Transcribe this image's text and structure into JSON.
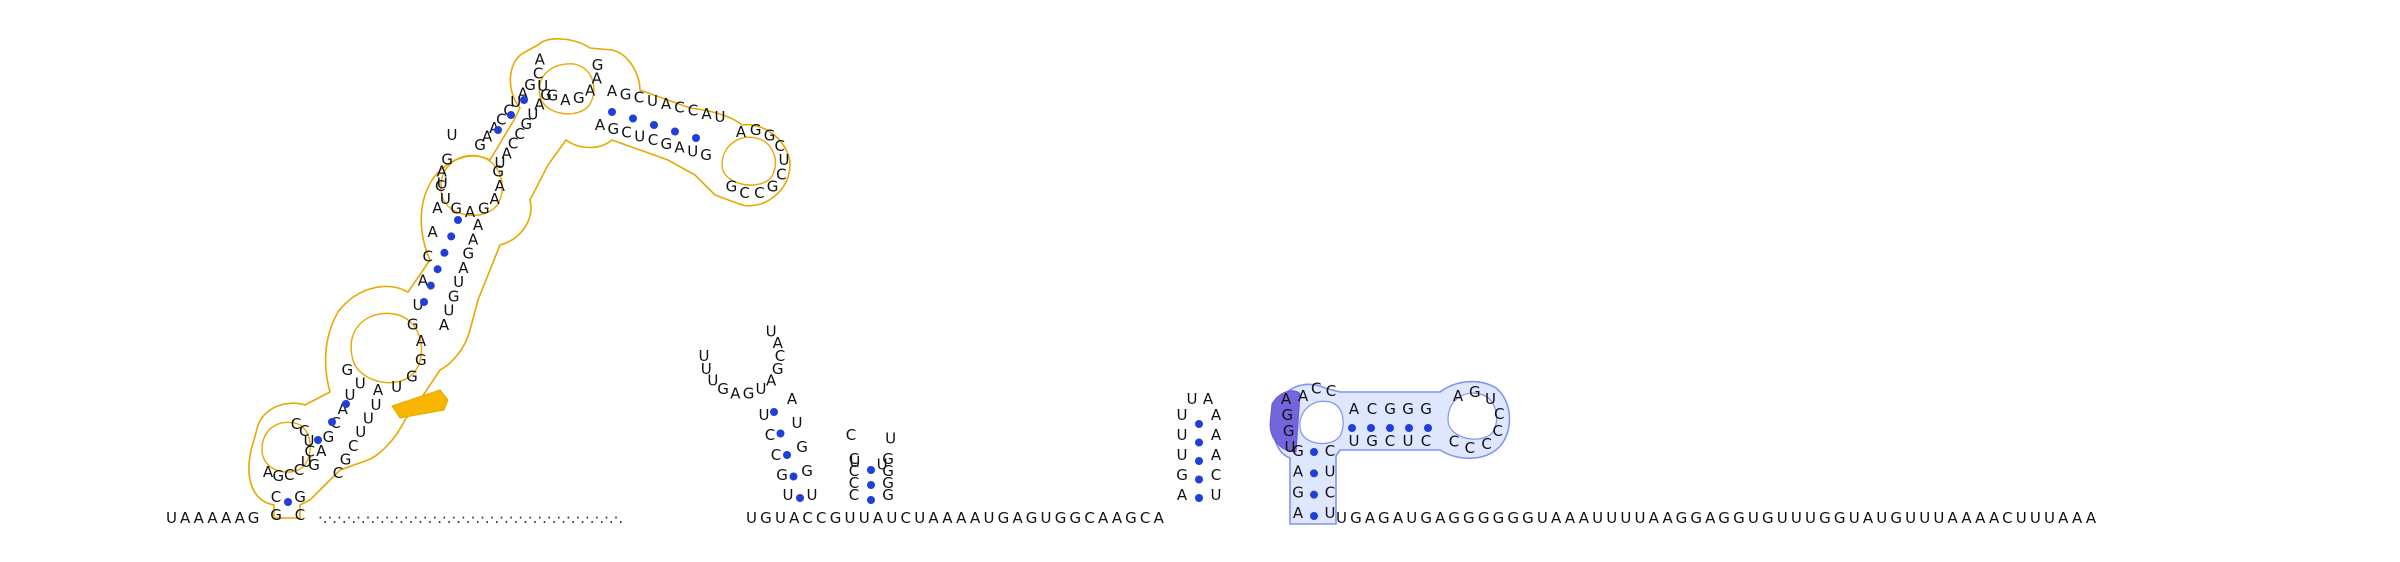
{
  "colors": {
    "background": "#ffffff",
    "base_pair_dot": "#1f3fd6",
    "highlight_orange_fill": "#f7b500",
    "highlight_orange_outline": "#e8a800",
    "highlight_blue_fill": "#dfe7ff",
    "highlight_blue_outline": "#7f95ee",
    "highlight_purple": "#7366dd",
    "text": "#111111"
  },
  "sequence": {
    "left_segment": "UAAAAAG",
    "gap_text": "·.·.·.·.·.·.·.·.·.·.·.·.·.·.·.·.·.·.·.·.·.·.·.·.·.·.·.·.·.·.·.·.",
    "middle_segment": "UGUACCGUUAUCUAAAAUGAGUGGCAAGCA",
    "right_segment": "UGAGAUGAGGGGGGUAAAUUUUAAGGAGGUGUUUGGUAUGUUUAAAACUUUAAA"
  },
  "structures": {
    "orange_domain": {
      "hairpin_a": [
        "A",
        "G",
        "C",
        "C",
        "U",
        "C",
        "U",
        "C",
        "C"
      ],
      "stem1_left": [
        "U",
        "A",
        "C",
        "A",
        "A",
        "U",
        "G",
        "U"
      ],
      "stem1_right": [
        "A",
        "U",
        "G",
        "U",
        "A",
        "G",
        "A",
        "A"
      ],
      "loop_middle": [
        "G",
        "U",
        "A",
        "U",
        "G",
        "G",
        "A",
        "G"
      ],
      "stem2_left": [
        "G",
        "A",
        "A",
        "C",
        "C",
        "U",
        "A",
        "G"
      ],
      "stem2_right": [
        "U",
        "A",
        "C",
        "C",
        "G",
        "U",
        "A",
        "G"
      ],
      "loop_top": [
        "A",
        "C",
        "U",
        "G",
        "A",
        "G",
        "A",
        "A",
        "G"
      ],
      "arm_left": [
        "A",
        "G",
        "C",
        "U",
        "A",
        "C",
        "C",
        "A",
        "U"
      ],
      "arm_right": [
        "A",
        "G",
        "C",
        "U",
        "C",
        "G",
        "A",
        "U",
        "G"
      ],
      "arm_loop": [
        "A",
        "G",
        "G",
        "C",
        "U",
        "C",
        "G",
        "C",
        "C",
        "G"
      ],
      "lower_helix_left": [
        "G",
        "A",
        "G",
        "C",
        "A",
        "U"
      ],
      "lower_helix_right": [
        "C",
        "G",
        "C",
        "U",
        "U",
        "U"
      ],
      "closing_pair": [
        "G",
        "C"
      ]
    },
    "hairpin_b": {
      "loop": [
        "U",
        "U",
        "U",
        "G",
        "A",
        "G",
        "U",
        "A",
        "G",
        "C",
        "A",
        "U"
      ],
      "stem_left": [
        "U",
        "C",
        "C",
        "G",
        "U"
      ],
      "stem_right": [
        "A",
        "U",
        "G",
        "G",
        "U"
      ]
    },
    "hairpin_c": {
      "loop": [
        "C",
        "U",
        "U",
        "U"
      ],
      "stem_left": [
        "C",
        "C",
        "C",
        "C"
      ],
      "stem_right": [
        "G",
        "G",
        "G",
        "G"
      ]
    },
    "hairpin_d": {
      "stem_left": [
        "A",
        "G",
        "U",
        "U",
        "U"
      ],
      "stem_right": [
        "U",
        "C",
        "A",
        "A",
        "A"
      ],
      "loop_top": [
        "U",
        "A"
      ]
    },
    "blue_domain": {
      "vertical_left": [
        "G",
        "A",
        "G",
        "A"
      ],
      "vertical_right": [
        "C",
        "U",
        "C",
        "U"
      ],
      "top_left": [
        "A",
        "C",
        "C"
      ],
      "arm_upper": [
        "A",
        "C",
        "G",
        "G",
        "G"
      ],
      "arm_lower": [
        "U",
        "G",
        "C",
        "U",
        "C"
      ],
      "arm_loop": [
        "A",
        "G",
        "U",
        "C",
        "C",
        "C",
        "C",
        "C"
      ],
      "purple_highlight": [
        "A",
        "G",
        "G",
        "U"
      ]
    }
  }
}
